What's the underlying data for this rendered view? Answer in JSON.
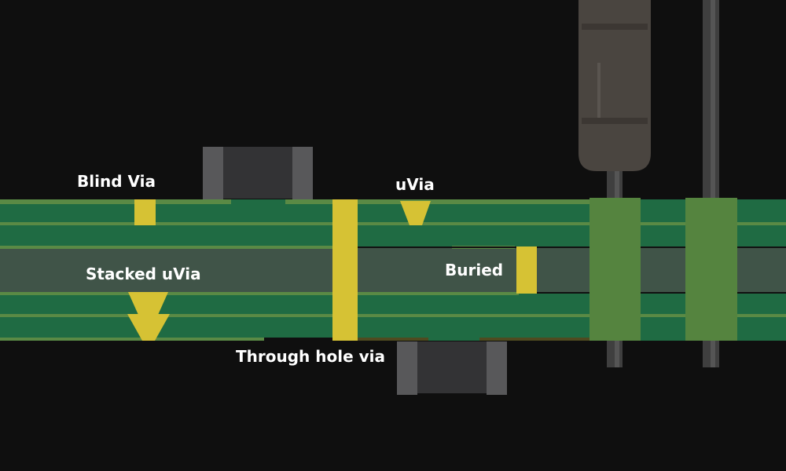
{
  "labels": {
    "blind_via": "Blind Via",
    "uvia": "uVia",
    "stacked_uvia": "Stacked uVia",
    "buried": "Buried",
    "through_hole_via": "Through hole via"
  },
  "colors": {
    "background": "#0f0f0f",
    "dielectric": "#1f6b43",
    "copper_layer": "#5a8a45",
    "core": "#405448",
    "via_plating": "#d6c234",
    "pad": "#55843f"
  }
}
